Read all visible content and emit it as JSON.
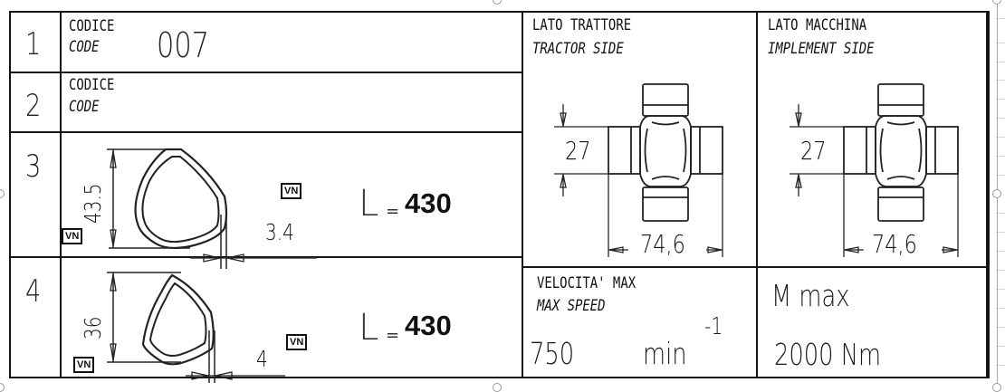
{
  "rows": [
    {
      "index": "1",
      "label_it": "CODICE",
      "label_en": "CODE",
      "value": "007"
    },
    {
      "index": "2",
      "label_it": "CODICE",
      "label_en": "CODE",
      "value": ""
    },
    {
      "index": "3",
      "profile_height": "43.5",
      "wall_thickness": "3.4",
      "length_symbol": "L",
      "length_eq": "=",
      "length": "430",
      "tags": [
        "VN",
        "VN"
      ]
    },
    {
      "index": "4",
      "profile_height": "36",
      "wall_thickness": "4",
      "length_symbol": "L",
      "length_eq": "=",
      "length": "430",
      "tags": [
        "VN",
        "VN"
      ]
    }
  ],
  "tractor_side": {
    "label_it": "LATO TRATTORE",
    "label_en": "TRACTOR SIDE",
    "diameter": "27",
    "width": "74,6"
  },
  "implement_side": {
    "label_it": "LATO MACCHINA",
    "label_en": "IMPLEMENT SIDE",
    "diameter": "27",
    "width": "74,6"
  },
  "max_speed": {
    "label_it": "VELOCITA' MAX",
    "label_en": "MAX SPEED",
    "value": "750",
    "unit": "min",
    "unit_exp": "-1"
  },
  "max_torque": {
    "label": "M max",
    "value": "2000 Nm"
  }
}
